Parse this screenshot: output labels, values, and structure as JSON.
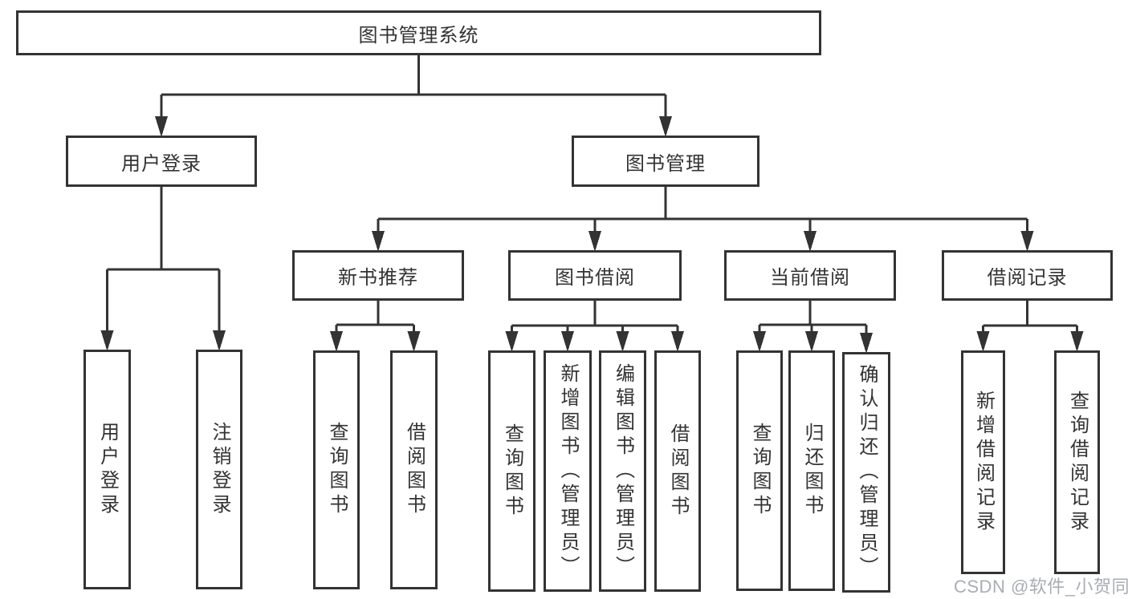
{
  "diagram": {
    "title": "图书管理系统",
    "watermark": "CSDN @软件_小贺同学",
    "colors": {
      "line": "#333333",
      "text": "#333333",
      "background": "#ffffff",
      "watermark": "#a9adb5"
    },
    "nodes": [
      {
        "id": "root",
        "label": "图书管理系统",
        "parent": null,
        "orientation": "horizontal"
      },
      {
        "id": "user-login",
        "label": "用户登录",
        "parent": "root",
        "orientation": "horizontal"
      },
      {
        "id": "book-mgmt",
        "label": "图书管理",
        "parent": "root",
        "orientation": "horizontal"
      },
      {
        "id": "new-book-rec",
        "label": "新书推荐",
        "parent": "book-mgmt",
        "orientation": "horizontal"
      },
      {
        "id": "book-borrow",
        "label": "图书借阅",
        "parent": "book-mgmt",
        "orientation": "horizontal"
      },
      {
        "id": "current-borrow",
        "label": "当前借阅",
        "parent": "book-mgmt",
        "orientation": "horizontal"
      },
      {
        "id": "borrow-records",
        "label": "借阅记录",
        "parent": "book-mgmt",
        "orientation": "horizontal"
      },
      {
        "id": "login",
        "label": "用户登录",
        "parent": "user-login",
        "orientation": "vertical"
      },
      {
        "id": "logout",
        "label": "注销登录",
        "parent": "user-login",
        "orientation": "vertical"
      },
      {
        "id": "rec-query-books",
        "label": "查询图书",
        "parent": "new-book-rec",
        "orientation": "vertical"
      },
      {
        "id": "rec-borrow-books",
        "label": "借阅图书",
        "parent": "new-book-rec",
        "orientation": "vertical"
      },
      {
        "id": "bb-query-books",
        "label": "查询图书",
        "parent": "book-borrow",
        "orientation": "vertical"
      },
      {
        "id": "bb-add-books",
        "label": "新增图书（管理员）",
        "parent": "book-borrow",
        "orientation": "vertical"
      },
      {
        "id": "bb-edit-books",
        "label": "编辑图书（管理员）",
        "parent": "book-borrow",
        "orientation": "vertical"
      },
      {
        "id": "bb-borrow-books",
        "label": "借阅图书",
        "parent": "book-borrow",
        "orientation": "vertical"
      },
      {
        "id": "cb-query-books",
        "label": "查询图书",
        "parent": "current-borrow",
        "orientation": "vertical"
      },
      {
        "id": "cb-return-books",
        "label": "归还图书",
        "parent": "current-borrow",
        "orientation": "vertical"
      },
      {
        "id": "cb-confirm-return",
        "label": "确认归还（管理员）",
        "parent": "current-borrow",
        "orientation": "vertical"
      },
      {
        "id": "br-add-record",
        "label": "新增借阅记录",
        "parent": "borrow-records",
        "orientation": "vertical"
      },
      {
        "id": "br-query-record",
        "label": "查询借阅记录",
        "parent": "borrow-records",
        "orientation": "vertical"
      }
    ]
  }
}
